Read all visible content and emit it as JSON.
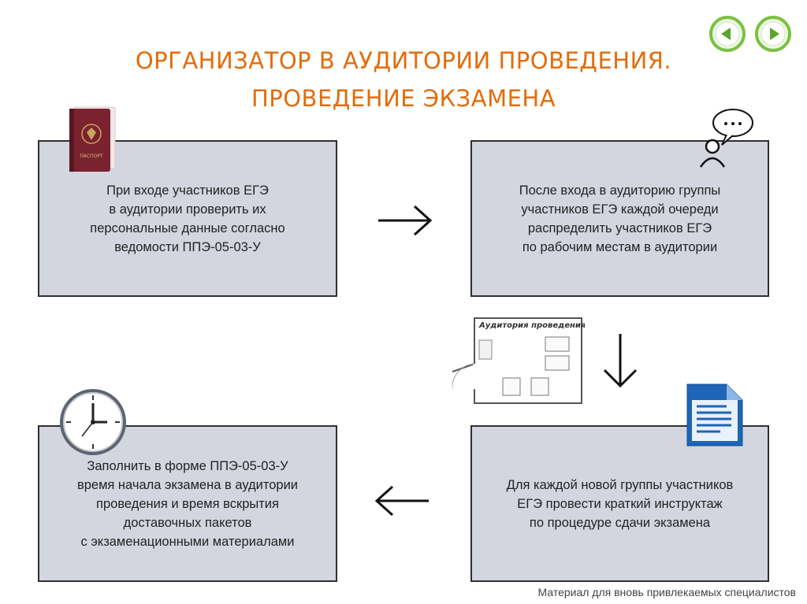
{
  "title": {
    "line1": "ОРГАНИЗАТОР В АУДИТОРИИ ПРОВЕДЕНИЯ.",
    "line2": "ПРОВЕДЕНИЕ ЭКЗАМЕНА"
  },
  "steps": [
    {
      "text": "При входе участников ЕГЭ\nв аудитории проверить их\nперсональные данные согласно\nведомости ППЭ-05-03-У"
    },
    {
      "text": "После входа в аудиторию группы\nучастников ЕГЭ каждой очереди\nраспределить участников ЕГЭ\nпо рабочим местам в аудитории"
    },
    {
      "text": "Для каждой новой группы участников\nЕГЭ провести краткий инструктаж\nпо процедуре сдачи экзамена"
    },
    {
      "text": "Заполнить в форме ППЭ-05-03-У\nвремя начала экзамена в аудитории\nпроведения и время вскрытия\nдоставочных пакетов\nс экзаменационными материалами"
    }
  ],
  "icons": {
    "passport": {
      "label": "ПАСПОРТ"
    },
    "room_plan": {
      "label": "Аудитория проведения"
    }
  },
  "nav": {
    "accent": "#7bc142"
  },
  "footer": "Материал для вновь привлекаемых специалистов"
}
